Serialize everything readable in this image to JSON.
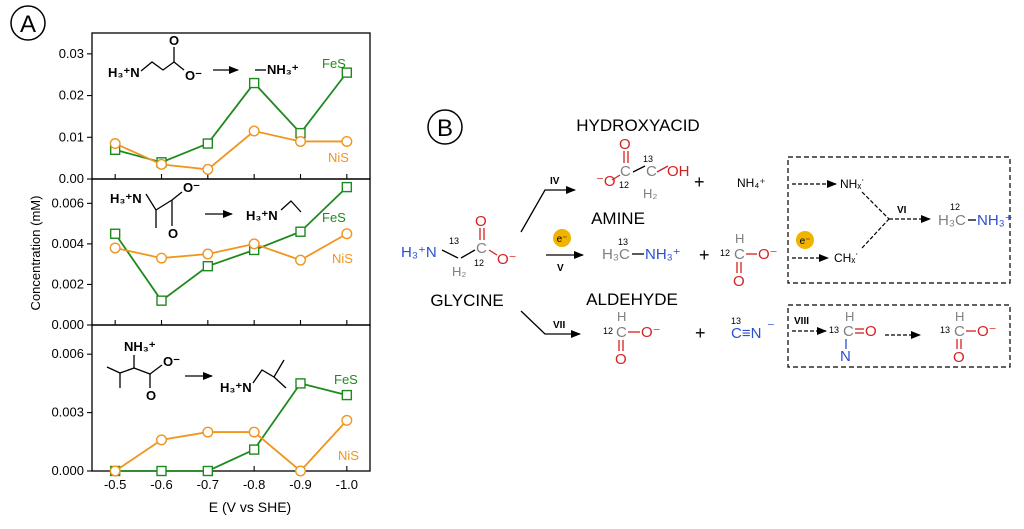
{
  "panel_a": {
    "badge": "A"
  },
  "panel_b": {
    "badge": "B",
    "glycine_label": "GLYCINE",
    "hydroxyacid_label": "HYDROXYACID",
    "amine_label": "AMINE",
    "aldehyde_label": "ALDEHYDE",
    "electron": "e⁻",
    "plus": "+",
    "steps": {
      "iv": "IV",
      "v": "V",
      "vi": "VI",
      "vii": "VII",
      "viii": "VIII"
    },
    "isotope_12": "12",
    "isotope_13": "13",
    "glycine": {
      "h3": "H₃⁺N",
      "h2": "H₂",
      "c": "C",
      "o": "O",
      "ominus": "O⁻"
    },
    "hydroxyacid": {
      "ominus": "⁻O",
      "c": "C",
      "o": "O",
      "oh": "OH",
      "h2": "H₂"
    },
    "ammonium": "NH₄⁺",
    "nhx": "NHₓ˙",
    "chx": "CHₓ˙",
    "methylamine": {
      "h3c": "H₃C",
      "nh3": "NH₃⁺"
    },
    "formate": {
      "h": "H",
      "c": "C",
      "o": "O",
      "ominus": "O⁻"
    },
    "cyanide": {
      "cn": "C≡N",
      "minus": "⁻"
    },
    "formamide": {
      "h": "H",
      "c": "C",
      "o": "O",
      "n": "N"
    }
  },
  "chart_data": [
    {
      "type": "line",
      "panel": "top",
      "x": [
        -0.5,
        -0.6,
        -0.7,
        -0.8,
        -0.9,
        -1.0
      ],
      "xticklabels": [
        "-0.5",
        "-0.6",
        "-0.7",
        "-0.8",
        "-0.9",
        "-1.0"
      ],
      "xlabel": "E (V vs SHE)",
      "ylabel": "",
      "ylim": [
        0,
        0.035
      ],
      "yticks": [
        "0.00",
        "0.01",
        "0.02",
        "0.03"
      ],
      "yticks_values": [
        0,
        0.01,
        0.02,
        0.03
      ],
      "grid": false,
      "reaction": {
        "reactant": "H₃⁺N",
        "reactant_anion": "O⁻",
        "product": "NH₃⁺"
      },
      "series": [
        {
          "name": "FeS",
          "color": "#1e8a1e",
          "marker": "square",
          "values": [
            0.007,
            0.004,
            0.0085,
            0.023,
            0.011,
            0.0255
          ]
        },
        {
          "name": "NiS",
          "color": "#f0951e",
          "marker": "circle",
          "values": [
            0.0085,
            0.0035,
            0.0023,
            0.0115,
            0.009,
            0.009
          ]
        }
      ]
    },
    {
      "type": "line",
      "panel": "middle",
      "x": [
        -0.5,
        -0.6,
        -0.7,
        -0.8,
        -0.9,
        -1.0
      ],
      "xticklabels": [
        "-0.5",
        "-0.6",
        "-0.7",
        "-0.8",
        "-0.9",
        "-1.0"
      ],
      "xlabel": "E (V vs SHE)",
      "ylabel": "Concentration (mM)",
      "ylim": [
        0,
        0.0072
      ],
      "yticks": [
        "0.000",
        "0.002",
        "0.004",
        "0.006"
      ],
      "yticks_values": [
        0,
        0.002,
        0.004,
        0.006
      ],
      "grid": false,
      "reaction": {
        "reactant": "H₃⁺N",
        "reactant_anion": "O⁻",
        "product": "H₃⁺N"
      },
      "series": [
        {
          "name": "FeS",
          "color": "#1e8a1e",
          "marker": "square",
          "values": [
            0.0045,
            0.0012,
            0.0029,
            0.0037,
            0.0046,
            0.0068
          ]
        },
        {
          "name": "NiS",
          "color": "#f0951e",
          "marker": "circle",
          "values": [
            0.0038,
            0.0033,
            0.0035,
            0.004,
            0.0032,
            0.0045
          ]
        }
      ]
    },
    {
      "type": "line",
      "panel": "bottom",
      "x": [
        -0.5,
        -0.6,
        -0.7,
        -0.8,
        -0.9,
        -1.0
      ],
      "xticklabels": [
        "-0.5",
        "-0.6",
        "-0.7",
        "-0.8",
        "-0.9",
        "-1.0"
      ],
      "xlabel": "E (V vs SHE)",
      "ylabel": "",
      "ylim": [
        0,
        0.0075
      ],
      "yticks": [
        "0.000",
        "0.003",
        "0.006"
      ],
      "yticks_values": [
        0,
        0.003,
        0.006
      ],
      "grid": false,
      "reaction": {
        "reactant": "NH₃⁺",
        "reactant_anion": "O⁻",
        "product": "H₃⁺N"
      },
      "series": [
        {
          "name": "FeS",
          "color": "#1e8a1e",
          "marker": "square",
          "values": [
            0,
            0,
            0,
            0.0011,
            0.0045,
            0.0039
          ]
        },
        {
          "name": "NiS",
          "color": "#f0951e",
          "marker": "circle",
          "values": [
            0,
            0.0016,
            0.002,
            0.002,
            0,
            0.0026
          ]
        }
      ]
    }
  ]
}
